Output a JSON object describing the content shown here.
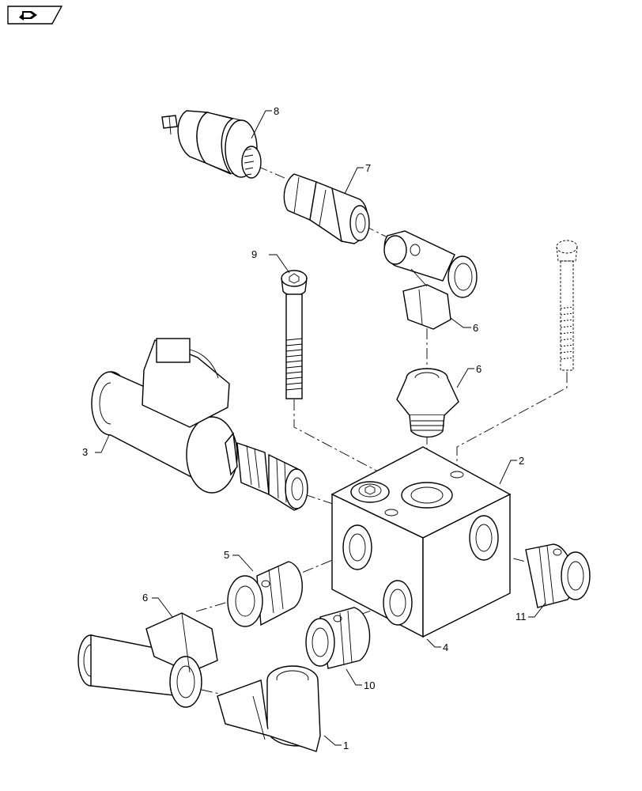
{
  "diagram": {
    "callouts": [
      {
        "id": "callout-1",
        "text": "1"
      },
      {
        "id": "callout-2",
        "text": "2"
      },
      {
        "id": "callout-3",
        "text": "3"
      },
      {
        "id": "callout-4",
        "text": "4"
      },
      {
        "id": "callout-5",
        "text": "5"
      },
      {
        "id": "callout-6a",
        "text": "6"
      },
      {
        "id": "callout-6b",
        "text": "6"
      },
      {
        "id": "callout-6c",
        "text": "6"
      },
      {
        "id": "callout-7",
        "text": "7"
      },
      {
        "id": "callout-8",
        "text": "8"
      },
      {
        "id": "callout-9",
        "text": "9"
      },
      {
        "id": "callout-10",
        "text": "10"
      },
      {
        "id": "callout-11",
        "text": "11"
      }
    ],
    "nav_icon": "flip-page-icon"
  }
}
